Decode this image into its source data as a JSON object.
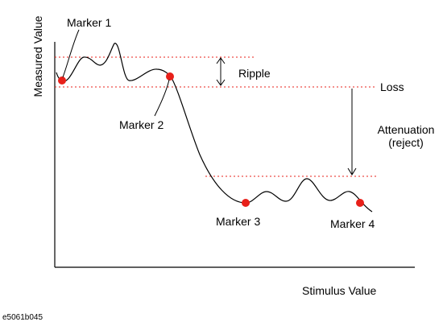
{
  "axes": {
    "y_label": "Measured Value",
    "x_label": "Stimulus Value"
  },
  "markers": [
    {
      "label": "Marker 1"
    },
    {
      "label": "Marker 2"
    },
    {
      "label": "Marker 3"
    },
    {
      "label": "Marker 4"
    }
  ],
  "annotations": {
    "ripple": "Ripple",
    "loss": "Loss",
    "attenuation_line1": "Attenuation",
    "attenuation_line2": "(reject)"
  },
  "figure_id": "e5061b045",
  "colors": {
    "marker": "#e8201a",
    "guide_line": "#e8201a",
    "line": "#000000"
  }
}
